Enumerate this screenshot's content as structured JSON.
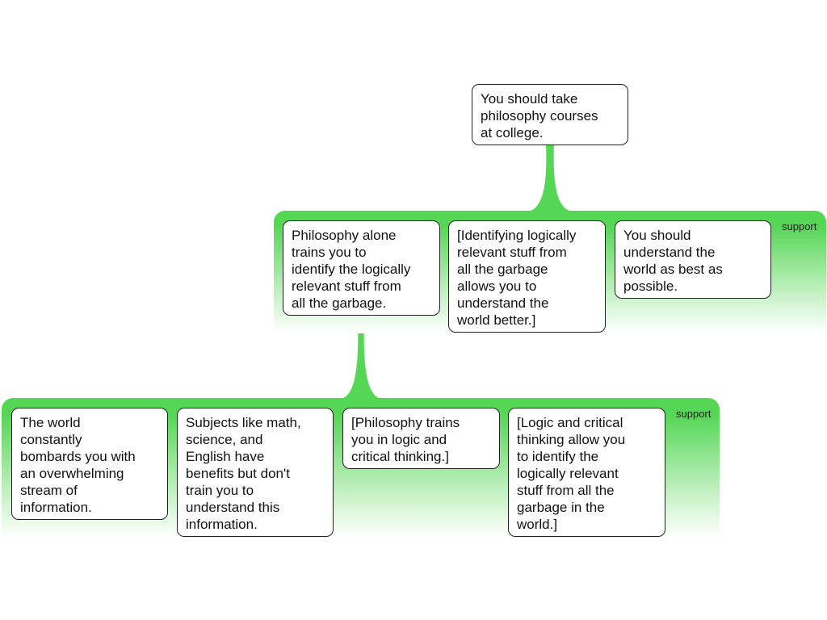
{
  "diagram": {
    "colors": {
      "band": "#55d655",
      "border": "#222222"
    },
    "root": {
      "text": "You should take\nphilosophy courses\nat college."
    },
    "level1": {
      "label": "support",
      "premises": [
        {
          "text": "Philosophy alone\ntrains you to\nidentify the logically\nrelevant stuff from\nall the garbage."
        },
        {
          "text": "[Identifying logically\nrelevant stuff from\nall the garbage\nallows you to\nunderstand the\nworld better.]"
        },
        {
          "text": "You should\nunderstand the\nworld as best as\npossible."
        }
      ]
    },
    "level2": {
      "label": "support",
      "premises": [
        {
          "text": "The world\nconstantly\nbombards you with\nan overwhelming\nstream of\ninformation."
        },
        {
          "text": "Subjects like math,\nscience, and\nEnglish have\nbenefits but don't\ntrain you to\nunderstand this\ninformation."
        },
        {
          "text": "[Philosophy trains\nyou in logic and\ncritical thinking.]"
        },
        {
          "text": "[Logic and critical\nthinking allow you\nto identify the\nlogically relevant\nstuff from all the\ngarbage in the\nworld.]"
        }
      ]
    }
  }
}
